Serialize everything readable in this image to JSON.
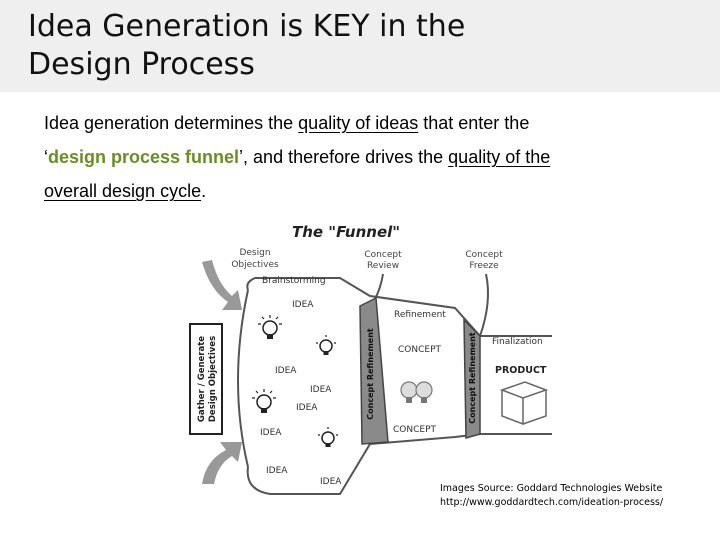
{
  "slide": {
    "title_line1": "Idea Generation is KEY in the",
    "title_line2": "Design Process",
    "paragraph": {
      "t1": "Idea generation determines the ",
      "link1": "quality of ideas",
      "t2": " that enter the ",
      "q_open": "‘",
      "highlight": "design process funnel",
      "q_close": "’",
      "t3": ", and therefore drives the ",
      "link2a": "quality of the",
      "link2b": "overall design cycle",
      "t4": "."
    },
    "source_line1": "Images Source: Goddard Technologies Website",
    "source_line2": "http://www.goddardtech.com/ideation-process/"
  },
  "funnel": {
    "title": "The \"Funnel\"",
    "labels": {
      "design_objectives_1": "Design",
      "design_objectives_2": "Objectives",
      "concept_review_1": "Concept",
      "concept_review_2": "Review",
      "concept_freeze_1": "Concept",
      "concept_freeze_2": "Freeze",
      "brainstorming": "Brainstorming",
      "refinement": "Refinement",
      "finalization": "Finalization",
      "product": "PRODUCT",
      "gather_1": "Gather / Generate",
      "gather_2": "Design Objectives",
      "concept_refinement_1": "Concept Refinement",
      "concept_refinement_2": "Concept Refinement"
    },
    "ideas": [
      "IDEA",
      "IDEA",
      "IDEA",
      "IDEA",
      "IDEA",
      "IDEA",
      "IDEA"
    ],
    "concepts": [
      "CONCEPT",
      "CONCEPT"
    ]
  }
}
